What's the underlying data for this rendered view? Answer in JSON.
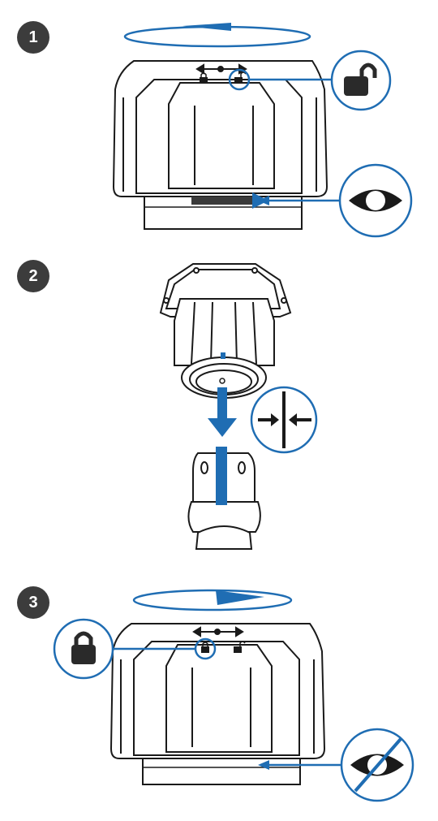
{
  "steps": [
    {
      "number": "1",
      "action": "rotate-counterclockwise",
      "lock_state": "unlocked",
      "indicator": "visible"
    },
    {
      "number": "2",
      "action": "insert-and-align"
    },
    {
      "number": "3",
      "action": "rotate-clockwise",
      "lock_state": "locked",
      "indicator": "hidden"
    }
  ],
  "icons": {
    "rotate_left": "rotate-counterclockwise-arrow-icon",
    "rotate_right": "rotate-clockwise-arrow-icon",
    "unlock": "unlocked-padlock-icon",
    "lock": "locked-padlock-icon",
    "eye": "eye-icon",
    "eye_crossed": "eye-crossed-icon",
    "align": "align-arrows-icon",
    "insert_arrow": "down-arrow-icon"
  },
  "colors": {
    "accent_blue": "#1f6db3",
    "outline": "#1a1a1a",
    "badge": "#3c3c3c"
  }
}
